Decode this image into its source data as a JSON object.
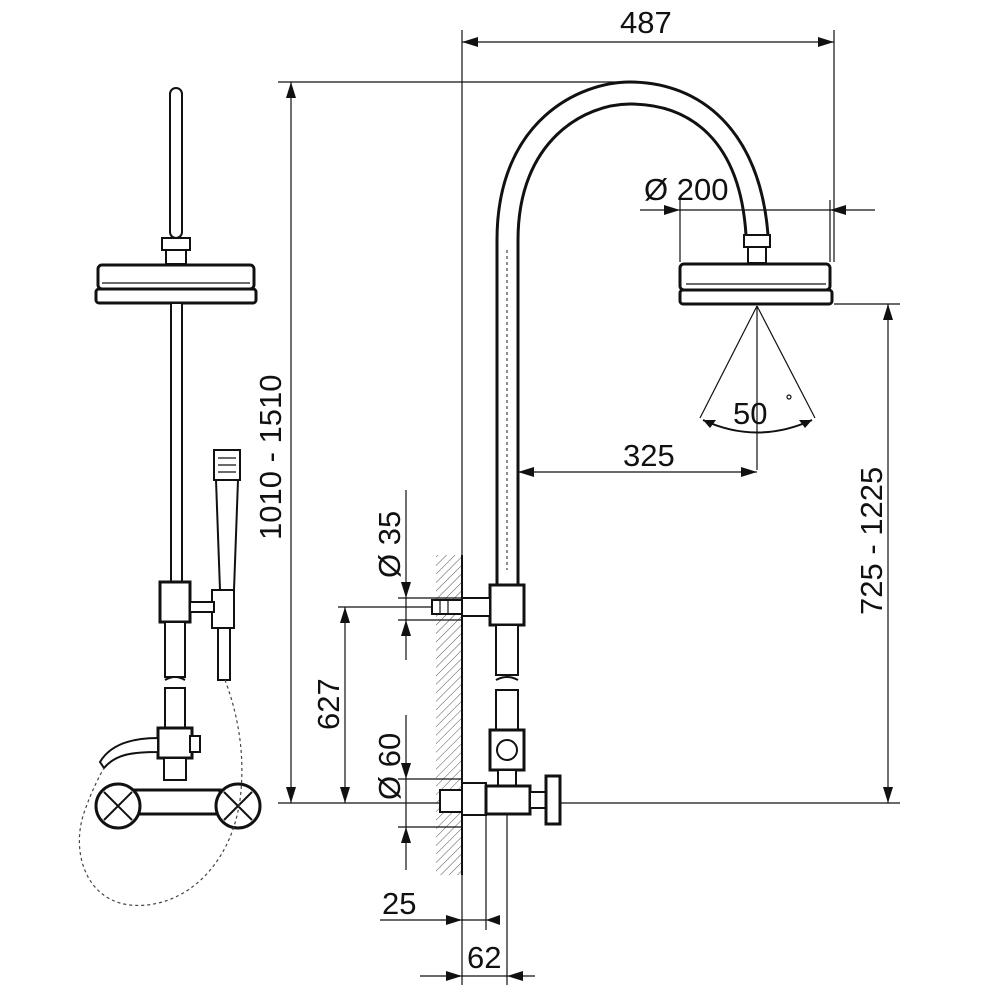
{
  "dimensions": {
    "top_width": "487",
    "head_diameter": "Ø 200",
    "spray_angle": "50",
    "arm_reach": "325",
    "total_height": "1010 - 1510",
    "head_height": "725 - 1225",
    "pipe_diameter": "Ø 35",
    "mixer_diameter": "Ø 60",
    "connection_height": "627",
    "wall_offset_small": "25",
    "wall_offset": "62"
  }
}
